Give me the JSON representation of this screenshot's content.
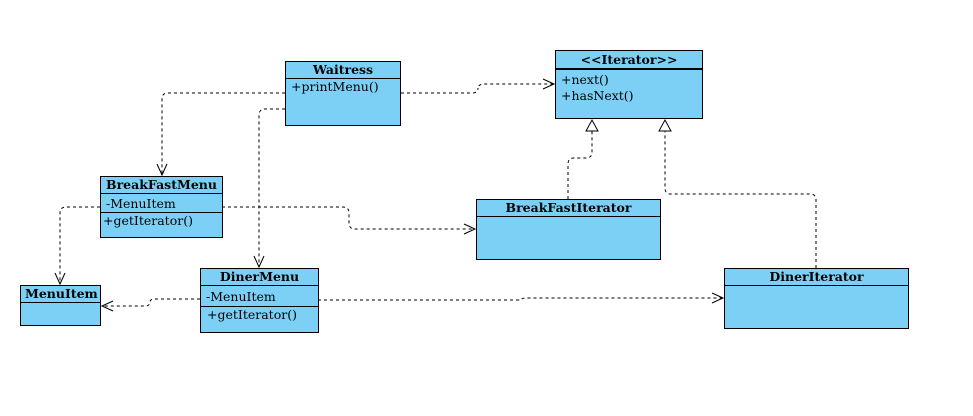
{
  "diagram": {
    "classes": {
      "waitress": {
        "name": "Waitress",
        "methods": [
          "+printMenu()"
        ]
      },
      "iterator": {
        "name": "<<Iterator>>",
        "methods": [
          "+next()",
          "+hasNext()"
        ]
      },
      "breakfast_menu": {
        "name": "BreakFastMenu",
        "attributes": [
          "-MenuItem"
        ],
        "methods": [
          "+getIterator()"
        ]
      },
      "breakfast_iterator": {
        "name": "BreakFastIterator"
      },
      "menu_item": {
        "name": "MenuItem"
      },
      "diner_menu": {
        "name": "DinerMenu",
        "attributes": [
          "-MenuItem"
        ],
        "methods": [
          "+getIterator()"
        ]
      },
      "diner_iterator": {
        "name": "DinerIterator"
      }
    },
    "relations": [
      {
        "from": "waitress",
        "to": "iterator",
        "kind": "dependency"
      },
      {
        "from": "waitress",
        "to": "breakfast_menu",
        "kind": "dependency"
      },
      {
        "from": "waitress",
        "to": "diner_menu",
        "kind": "dependency"
      },
      {
        "from": "breakfast_menu",
        "to": "menu_item",
        "kind": "dependency"
      },
      {
        "from": "breakfast_menu",
        "to": "breakfast_iterator",
        "kind": "dependency"
      },
      {
        "from": "diner_menu",
        "to": "menu_item",
        "kind": "dependency"
      },
      {
        "from": "diner_menu",
        "to": "diner_iterator",
        "kind": "dependency"
      },
      {
        "from": "breakfast_iterator",
        "to": "iterator",
        "kind": "realization"
      },
      {
        "from": "diner_iterator",
        "to": "iterator",
        "kind": "realization"
      }
    ],
    "colors": {
      "class_fill": "#7dd0f5",
      "stroke": "#000000",
      "background": "#ffffff"
    }
  }
}
